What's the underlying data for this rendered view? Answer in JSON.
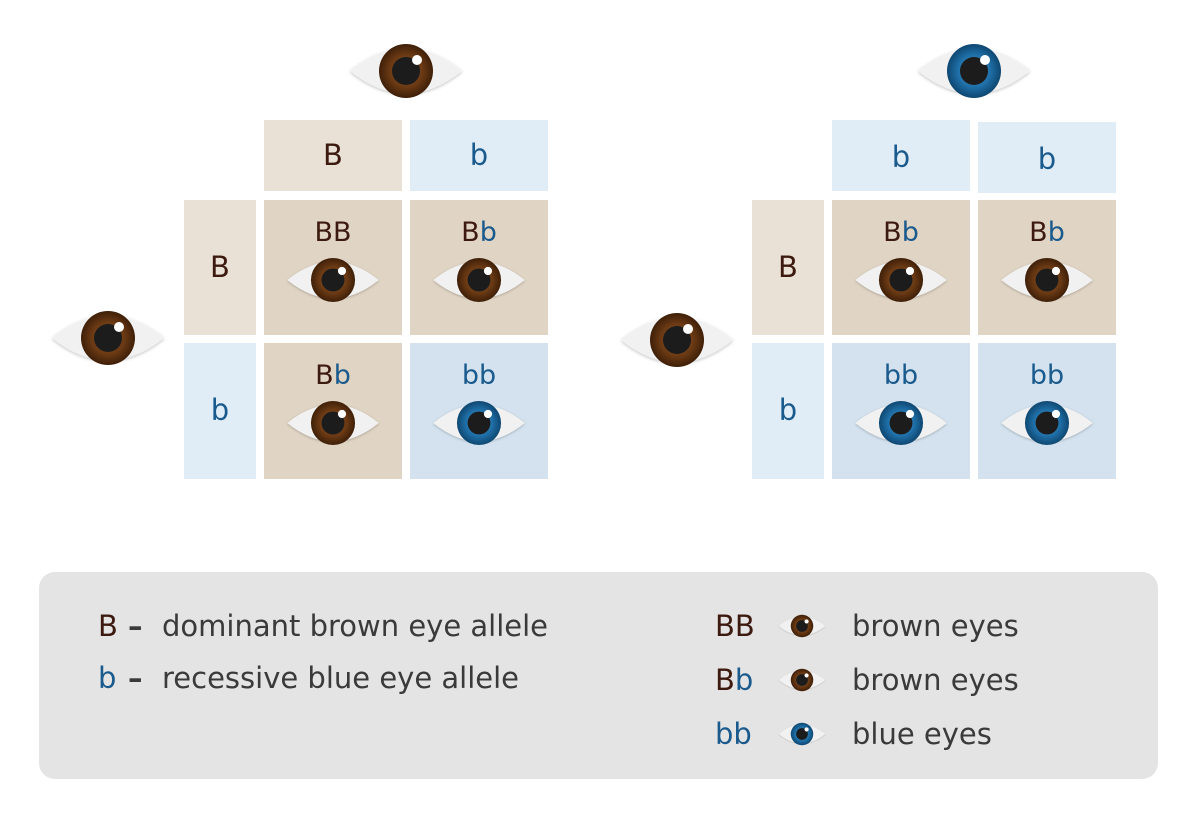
{
  "squares": [
    {
      "parent_top": {
        "eye": "brown-eye-icon"
      },
      "parent_left": {
        "eye": "brown-eye-icon"
      },
      "col_headers": [
        "B",
        "b"
      ],
      "row_headers": [
        "B",
        "b"
      ],
      "cells": [
        {
          "a1": "B",
          "a2": "B",
          "eye": "brown-eye-icon"
        },
        {
          "a1": "B",
          "a2": "b",
          "eye": "brown-eye-icon"
        },
        {
          "a1": "B",
          "a2": "b",
          "eye": "brown-eye-icon"
        },
        {
          "a1": "b",
          "a2": "b",
          "eye": "blue-eye-icon"
        }
      ]
    },
    {
      "parent_top": {
        "eye": "blue-eye-icon"
      },
      "parent_left": {
        "eye": "brown-eye-icon"
      },
      "col_headers": [
        "b",
        "b"
      ],
      "row_headers": [
        "B",
        "b"
      ],
      "cells": [
        {
          "a1": "B",
          "a2": "b",
          "eye": "brown-eye-icon"
        },
        {
          "a1": "B",
          "a2": "b",
          "eye": "brown-eye-icon"
        },
        {
          "a1": "b",
          "a2": "b",
          "eye": "blue-eye-icon"
        },
        {
          "a1": "b",
          "a2": "b",
          "eye": "blue-eye-icon"
        }
      ]
    }
  ],
  "legend": {
    "alleles": [
      {
        "key": "B",
        "dash": "–",
        "text": "dominant brown eye allele"
      },
      {
        "key": "b",
        "dash": "–",
        "text": "recessive blue eye allele"
      }
    ],
    "genotypes": [
      {
        "a1": "B",
        "a2": "B",
        "text": "brown eyes",
        "eye": "brown-eye-icon"
      },
      {
        "a1": "B",
        "a2": "b",
        "text": "brown eyes",
        "eye": "brown-eye-icon"
      },
      {
        "a1": "b",
        "a2": "b",
        "text": "blue eyes",
        "eye": "blue-eye-icon"
      }
    ]
  },
  "colors": {
    "dominant_text": "#3d1a10",
    "recessive_text": "#1a5a8d",
    "brown_iris": "#6b3a14",
    "blue_iris": "#1f6fa8"
  }
}
